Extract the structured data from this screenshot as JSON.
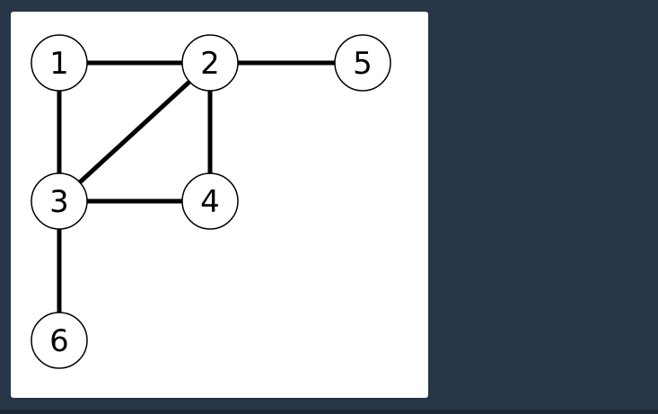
{
  "colors": {
    "background": "#263646",
    "panel": "#ffffff",
    "edge": "#000000",
    "node_fill": "#ffffff",
    "node_stroke": "#000000"
  },
  "graph": {
    "nodes": [
      {
        "id": "1",
        "label": "1"
      },
      {
        "id": "2",
        "label": "2"
      },
      {
        "id": "3",
        "label": "3"
      },
      {
        "id": "4",
        "label": "4"
      },
      {
        "id": "5",
        "label": "5"
      },
      {
        "id": "6",
        "label": "6"
      }
    ],
    "edges": [
      [
        "1",
        "2"
      ],
      [
        "1",
        "3"
      ],
      [
        "2",
        "3"
      ],
      [
        "2",
        "4"
      ],
      [
        "2",
        "5"
      ],
      [
        "3",
        "4"
      ],
      [
        "3",
        "6"
      ]
    ]
  }
}
